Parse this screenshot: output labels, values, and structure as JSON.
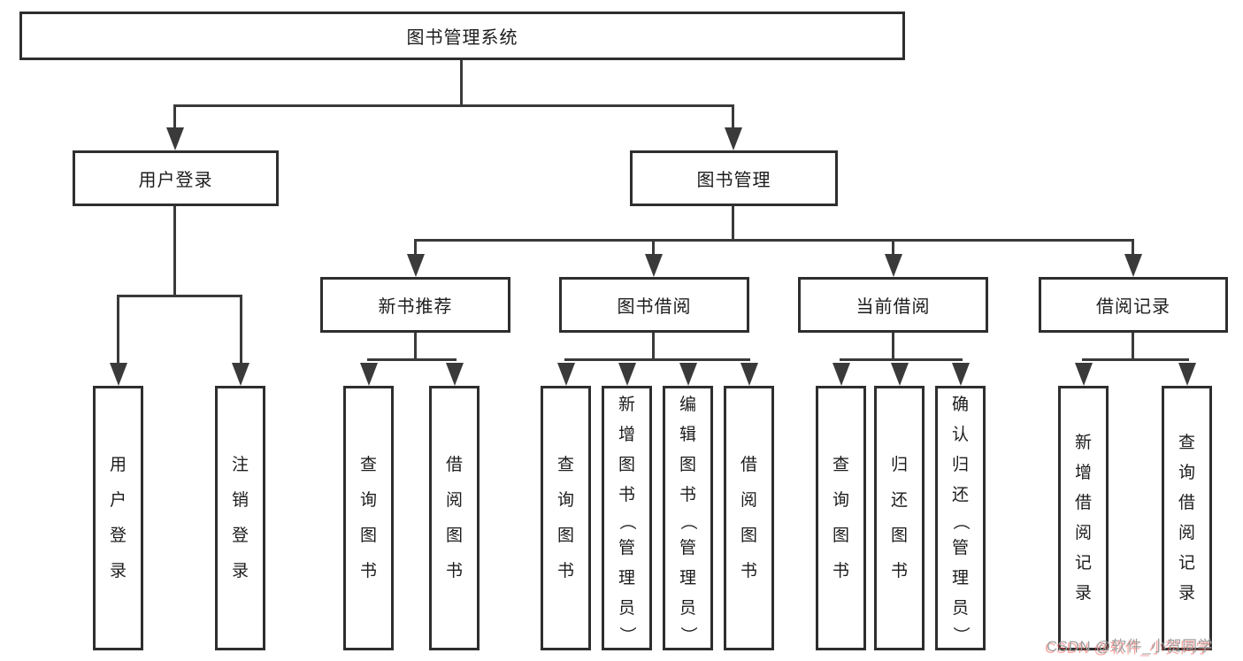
{
  "diagram": {
    "root": {
      "label": "图书管理系统"
    },
    "level2": [
      {
        "label": "用户登录"
      },
      {
        "label": "图书管理"
      }
    ],
    "level3": [
      {
        "label": "新书推荐"
      },
      {
        "label": "图书借阅"
      },
      {
        "label": "当前借阅"
      },
      {
        "label": "借阅记录"
      }
    ],
    "leaves": [
      {
        "label": "用户登录"
      },
      {
        "label": "注销登录"
      },
      {
        "label": "查询图书"
      },
      {
        "label": "借阅图书"
      },
      {
        "label": "查询图书"
      },
      {
        "label": "新增图书（管理员）"
      },
      {
        "label": "编辑图书（管理员）"
      },
      {
        "label": "借阅图书"
      },
      {
        "label": "查询图书"
      },
      {
        "label": "归还图书"
      },
      {
        "label": "确认归还（管理员）"
      },
      {
        "label": "新增借阅记录"
      },
      {
        "label": "查询借阅记录"
      }
    ],
    "line_color": "#3a3a3a",
    "border_color": "#2e2e2e"
  },
  "watermark": {
    "text": "CSDN @软件_小贺同学"
  }
}
